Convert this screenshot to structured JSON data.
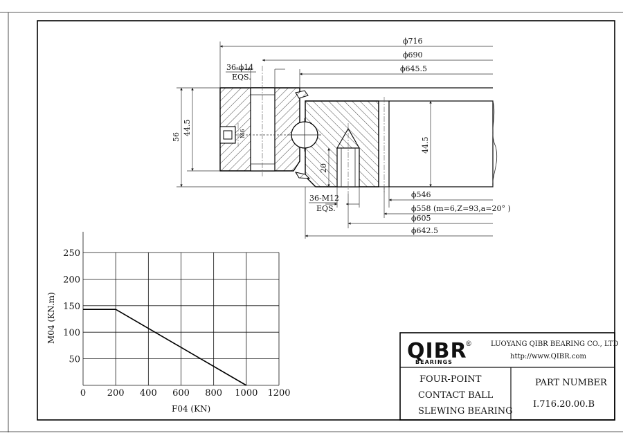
{
  "drawing": {
    "dims_top": [
      "ϕ716",
      "ϕ690",
      "ϕ645.5"
    ],
    "hole_callout": {
      "count": "36-ϕ14",
      "eqs": "EQS."
    },
    "heights": {
      "outer": "56",
      "left": "44.5",
      "right": "44.5",
      "tooth": "20"
    },
    "thread_callout": {
      "count": "36-M12",
      "eqs": "EQS."
    },
    "dims_bottom": [
      "ϕ546",
      "ϕ558 (m=6,Z=93,a=20° )",
      "ϕ605",
      "ϕ642.5"
    ]
  },
  "chart_data": {
    "type": "line",
    "title": "",
    "xlabel": "F04 (KN)",
    "ylabel": "M04 (KN.m)",
    "xlim": [
      0,
      1200
    ],
    "ylim": [
      0,
      250
    ],
    "xticks": [
      "0",
      "200",
      "400",
      "600",
      "800",
      "1000",
      "1200"
    ],
    "yticks": [
      "50",
      "100",
      "150",
      "200",
      "250"
    ],
    "grid": true,
    "series": [
      {
        "x": [
          0,
          200,
          1000
        ],
        "y": [
          143,
          143,
          0
        ]
      }
    ]
  },
  "title_block": {
    "logo": "QIBR",
    "logo_mark": "®",
    "logo_sub": "BEARINGS",
    "company": "LUOYANG QIBR BEARING CO., LTD",
    "website": "http://www.QIBR.com",
    "description": [
      "FOUR-POINT",
      "CONTACT BALL",
      "SLEWING BEARING"
    ],
    "part_label": "PART  NUMBER",
    "part_number": "I.716.20.00.B"
  }
}
